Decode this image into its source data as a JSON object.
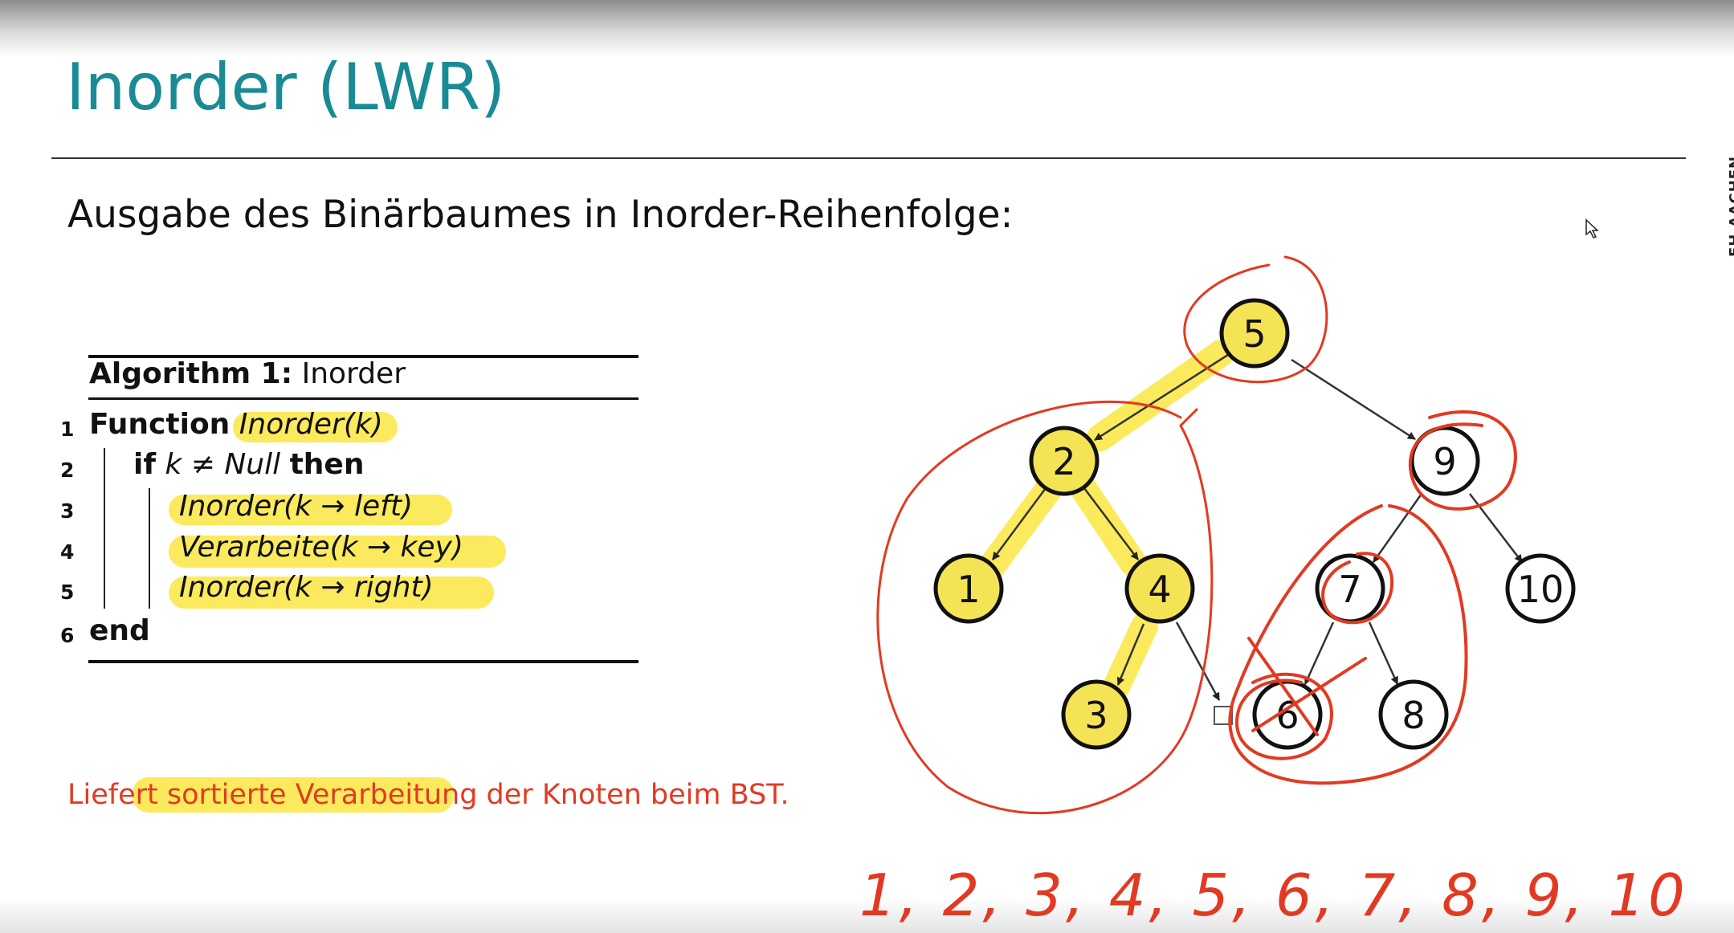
{
  "slide": {
    "title": "Inorder (LWR)",
    "subtitle": "Ausgabe des Binärbaumes in Inorder-Reihenfolge:",
    "side_label": "FH AACHEN",
    "note_prefix": "Liefert ",
    "note_highlight": "sortierte Verarbeitung",
    "note_suffix": " der Knoten beim BST."
  },
  "algorithm": {
    "caption_bold": "Algorithm 1:",
    "caption_name": "Inorder",
    "lines": [
      {
        "num": "1",
        "kw": "Function",
        "rest": "Inorder(k)"
      },
      {
        "num": "2",
        "kw": "if",
        "cond": "k ≠ Null",
        "kw2": "then"
      },
      {
        "num": "3",
        "text": "Inorder(k → left)"
      },
      {
        "num": "4",
        "text": "Verarbeite(k → key)"
      },
      {
        "num": "5",
        "text": "Inorder(k → right)"
      },
      {
        "num": "6",
        "kw": "end"
      }
    ]
  },
  "tree": {
    "nodes": [
      "5",
      "2",
      "9",
      "1",
      "4",
      "7",
      "10",
      "3",
      "6",
      "8"
    ]
  },
  "handwritten_sequence": "1, 2, 3, 4, 5, 6, 7, 8, 9, 10",
  "colors": {
    "title": "#1a8a95",
    "highlight": "#fbe954",
    "annotation_red": "#e23a22",
    "visited_node": "#f5e356"
  }
}
